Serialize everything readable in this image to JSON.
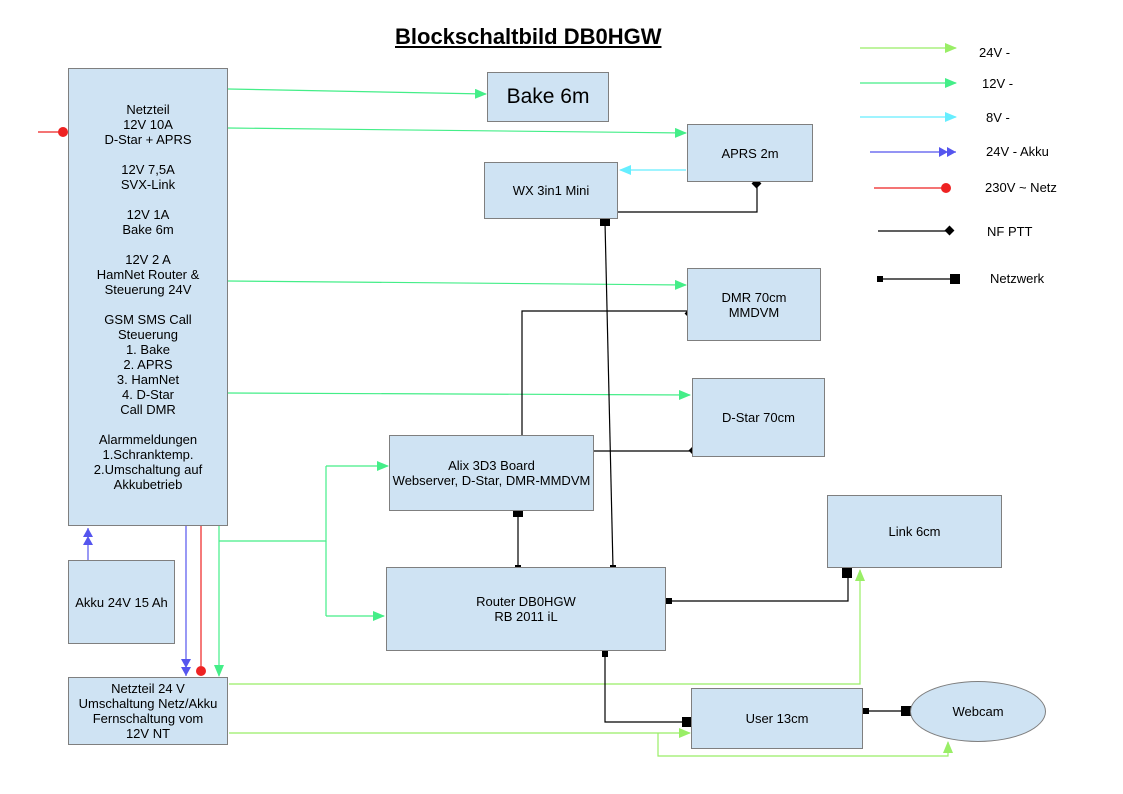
{
  "title": "Blockschaltbild DB0HGW",
  "colors": {
    "v24": "#99ee66",
    "v12": "#44ee88",
    "v8": "#66eeff",
    "akku": "#5555ee",
    "netz": "#ee2222",
    "black": "#000000",
    "box_fill": "#cfe3f3",
    "box_border": "#7f7f7f"
  },
  "legend": {
    "v24": "24V -",
    "v12": "12V -",
    "v8": "8V -",
    "akku": "24V - Akku",
    "netz": "230V ~ Netz",
    "nf_ptt": "NF PTT",
    "netzwerk": "Netzwerk"
  },
  "boxes": {
    "netzteil_main": "Netzteil\n12V 10A\nD-Star + APRS\n\n12V 7,5A\nSVX-Link\n\n12V 1A\nBake 6m\n\n12V 2 A\nHamNet Router &\nSteuerung 24V\n\nGSM SMS Call\nSteuerung\n1. Bake\n2. APRS\n3. HamNet\n4. D-Star\nCall DMR\n\nAlarmmeldungen\n1.Schranktemp.\n2.Umschaltung auf\nAkkubetrieb",
    "bake": "Bake 6m",
    "aprs": "APRS 2m",
    "wx": "WX 3in1 Mini",
    "dmr": "DMR 70cm\nMMDVM",
    "dstar": "D-Star 70cm",
    "alix": "Alix 3D3 Board\nWebserver, D-Star, DMR-MMDVM",
    "router": "Router DB0HGW\nRB 2011 iL",
    "link": "Link 6cm",
    "akku": "Akku 24V 15 Ah",
    "netzteil24": "Netzteil 24 V\nUmschaltung Netz/Akku\nFernschaltung vom\n12V NT",
    "user": "User 13cm",
    "webcam": "Webcam"
  }
}
